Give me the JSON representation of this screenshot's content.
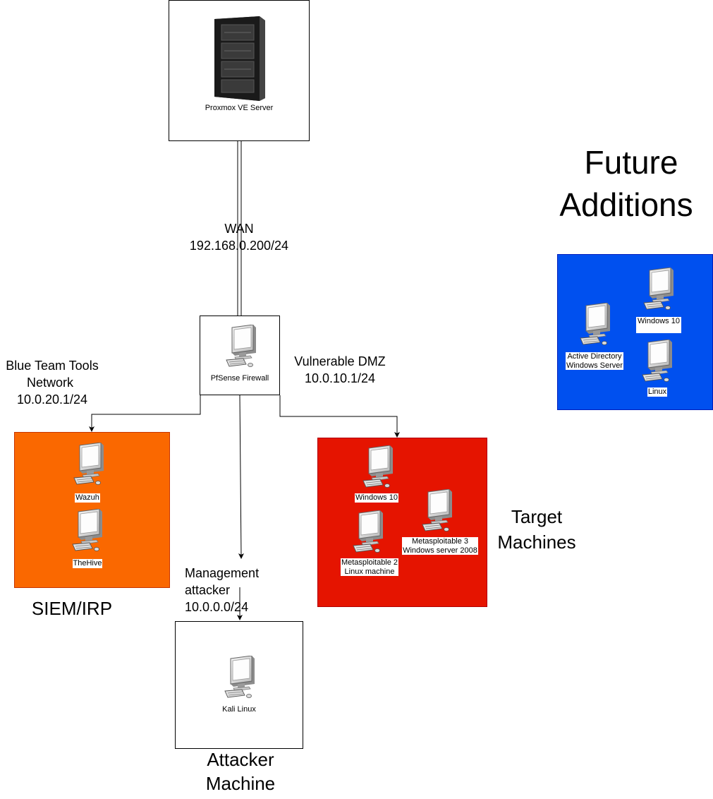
{
  "server": {
    "label": "Proxmox VE Server"
  },
  "wan": {
    "title": "WAN",
    "subnet": "192.168.0.200/24"
  },
  "firewall": {
    "label": "PfSense Firewall"
  },
  "blue_team": {
    "line1": "Blue Team Tools",
    "line2": "Network",
    "subnet": "10.0.20.1/24"
  },
  "dmz": {
    "title": "Vulnerable DMZ",
    "subnet": "10.0.10.1/24"
  },
  "management": {
    "line1": "Management",
    "line2": "attacker",
    "subnet": "10.0.0.0/24"
  },
  "siem": {
    "caption": "SIEM/IRP",
    "color": "#fa6800",
    "hosts": [
      "Wazuh",
      "TheHive"
    ]
  },
  "targets": {
    "caption_line1": "Target",
    "caption_line2": "Machines",
    "color": "#e51400",
    "win10": "Windows 10",
    "meta2_line1": "Metasploitable 2",
    "meta2_line2": "Linux machine",
    "meta3_line1": "Metasploitable 3",
    "meta3_line2": "Windows server 2008"
  },
  "attacker": {
    "label": "Kali Linux",
    "caption_line1": "Attacker",
    "caption_line2": "Machine"
  },
  "future": {
    "title_line1": "Future",
    "title_line2": "Additions",
    "color": "#0050ef",
    "win10": "Windows 10",
    "ad_line1": "Active Directory",
    "ad_line2": "Windows Server",
    "linux": "Linux"
  },
  "icons": [
    "server-rack-icon",
    "computer-icon"
  ]
}
